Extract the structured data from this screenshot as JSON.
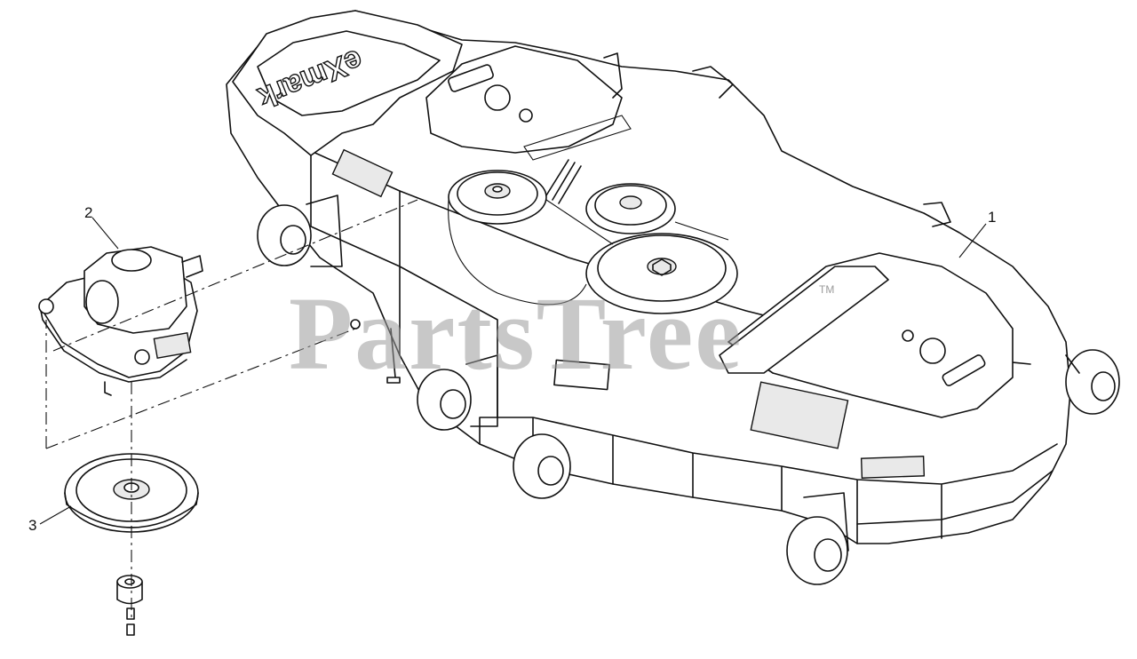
{
  "diagram": {
    "callouts": [
      {
        "id": "1",
        "label": "1"
      },
      {
        "id": "2",
        "label": "2"
      },
      {
        "id": "3",
        "label": "3"
      }
    ],
    "watermark": "PartsTree",
    "watermark_tm": "TM",
    "deck_brand": "eXmark"
  }
}
